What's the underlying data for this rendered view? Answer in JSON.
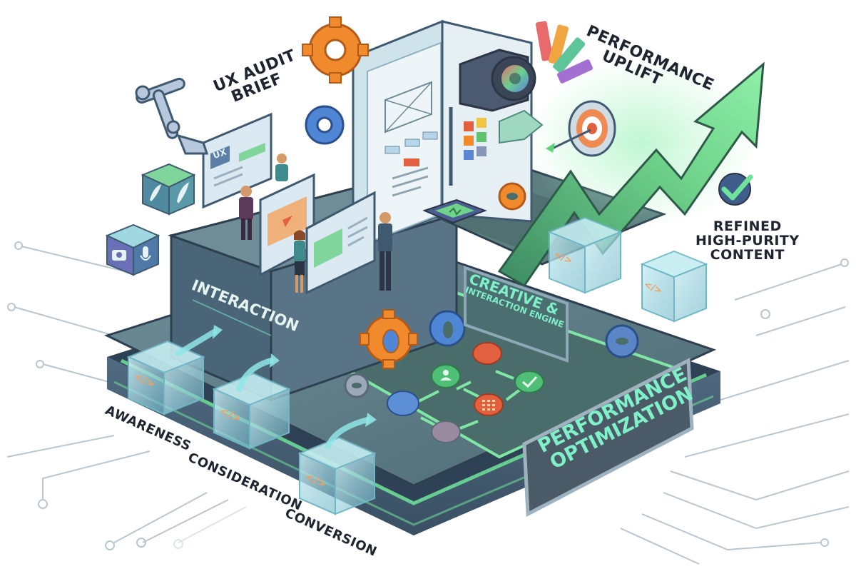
{
  "colors": {
    "background": "#ffffff",
    "platform_dark": "#3f5566",
    "platform_mid": "#567086",
    "platform_top": "#6a8a8f",
    "neon_green": "#6fe39a",
    "teal_text": "#7ff0c8",
    "label_dark": "#1e2530",
    "orange": "#f08a2c",
    "blue_gear": "#4f86d6",
    "arrow_green": "#5ed47a",
    "circuit_line": "#b9c6cf"
  },
  "labels": {
    "ux_audit_brief": [
      "UX AUDIT",
      "BRIEF"
    ],
    "performance_uplift": [
      "PERFORMANCE",
      "UPLIFT"
    ],
    "refined_content": [
      "REFINED",
      "HIGH-PURITY",
      "CONTENT"
    ],
    "interaction": "INTERACTION",
    "creative_engine": [
      "CREATIVE &",
      "INTERACTION ENGINE"
    ],
    "performance_optimization": [
      "PERFORMANCE",
      "OPTIMIZATION"
    ],
    "funnel_stages": [
      "AWARENESS",
      "CONSIDERATION",
      "CONVERSION"
    ],
    "ux_screen_badge": "UX"
  },
  "icons": {
    "code_glyph": "</>",
    "check_glyph": "✓"
  },
  "flow_nodes": [
    {
      "id": "start",
      "color": "#5d8fd6"
    },
    {
      "id": "user",
      "color": "#4fbf78",
      "glyph": "user"
    },
    {
      "id": "alt",
      "color": "#9a8aa0"
    },
    {
      "id": "process",
      "color": "#e2603e"
    },
    {
      "id": "grid",
      "color": "#e2603e",
      "glyph": "grid"
    },
    {
      "id": "done",
      "color": "#4fbf78",
      "glyph": "check"
    }
  ]
}
